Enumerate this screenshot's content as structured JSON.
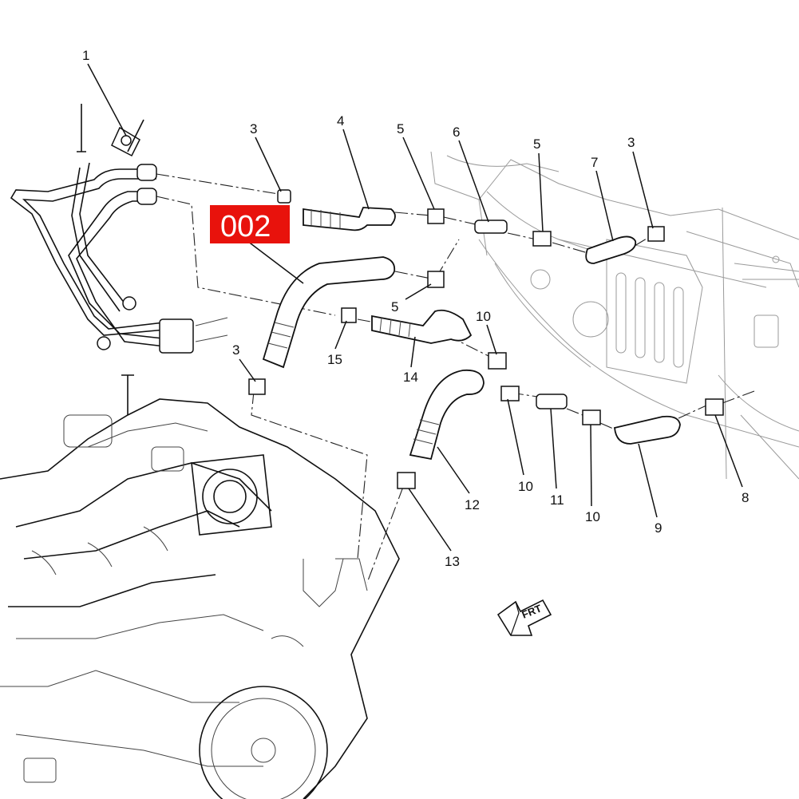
{
  "badge": {
    "text": "002",
    "color": "#e8120c"
  },
  "direction_marker": {
    "text": "FRT"
  },
  "callouts": [
    "1",
    "3",
    "4",
    "5",
    "6",
    "5",
    "7",
    "3",
    "5",
    "10",
    "15",
    "14",
    "3",
    "10",
    "11",
    "10",
    "9",
    "8",
    "12",
    "13"
  ]
}
